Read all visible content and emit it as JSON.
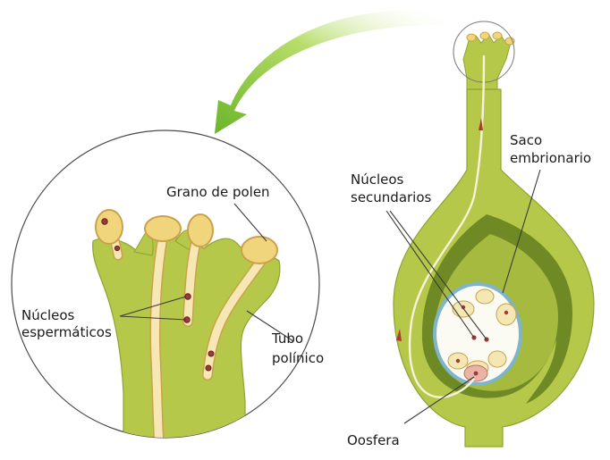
{
  "labels": {
    "grano_de_polen": "Grano de polen",
    "nucleos_espermaticos_1": "Núcleos",
    "nucleos_espermaticos_2": "espermáticos",
    "tubo_polinico_1": "Tubo",
    "tubo_polinico_2": "polínico",
    "nucleos_secundarios_1": "Núcleos",
    "nucleos_secundarios_2": "secundarios",
    "saco_embrionario_1": "Saco",
    "saco_embrionario_2": "embrionario",
    "oosfera": "Oosfera"
  },
  "colors": {
    "tissue": "#b5c84a",
    "tissue_dark": "#8fa331",
    "cavity": "#6f8a25",
    "pollen": "#f1d57c",
    "pollen_edge": "#c9a24a",
    "nucleus": "#9b3b3b",
    "arrow": "#8cc63f",
    "sac_border": "#7fb4c9"
  }
}
